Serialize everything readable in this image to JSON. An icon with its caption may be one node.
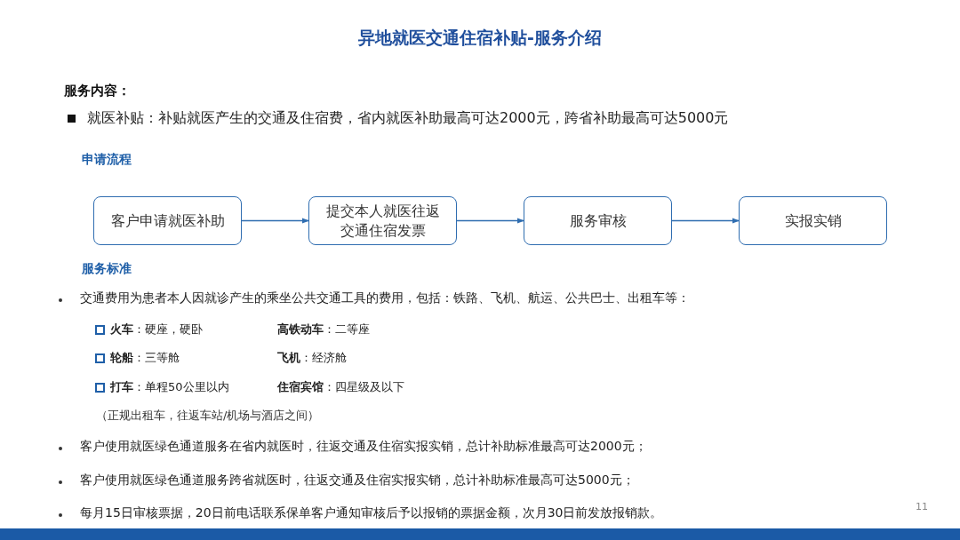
{
  "diagram": {
    "title": "异地就医交通住宿补贴-服务介绍",
    "nodes": [
      {
        "text": [
          "客户申请就医补助"
        ]
      },
      {
        "text": [
          "提交本人就医往返交通住宿发票"
        ]
      },
      {
        "text": [
          "服务审核"
        ]
      },
      {
        "text": [
          "实报实销"
        ]
      }
    ],
    "edges": [
      {
        "from": 0,
        "to": 1,
        "arrow": "to"
      },
      {
        "from": 1,
        "to": 2,
        "arrow": "to"
      },
      {
        "from": 2,
        "to": 3,
        "arrow": "to"
      }
    ],
    "labels": [
      "服务内容：",
      "就医补贴：补贴就医产生的交通及住宿费，省内就医补助最高可达2000元，跨省补助最高可达5000元",
      "申请流程",
      "服务标准",
      "交通费用为患者本人因就诊产生的乘坐公共交通工具的费用，包括：铁路、飞机、航运、公共巴士、出租车等：",
      "**火车**：硬座，硬卧",
      "**高铁动车**：二等座",
      "**轮船**：三等舱",
      "**飞机**：经济舱",
      "**打车**：单程50公里以内",
      "**住宿宾馆**：四星级及以下",
      "（正规出租车，往返车站/机场与酒店之间）",
      "客户使用就医绿色通道服务在省内就医时，往返交通及住宿实报实销，总计补助标准最高可达2000元；",
      "客户使用就医绿色通道服务跨省就医时，往返交通及住宿实报实销，总计补助标准最高可达5000元；",
      "每月15日审核票据，20日前电话联系保单客户通知审核后予以报销的票据金额，次月30日前发放报销款。",
      "11"
    ]
  }
}
